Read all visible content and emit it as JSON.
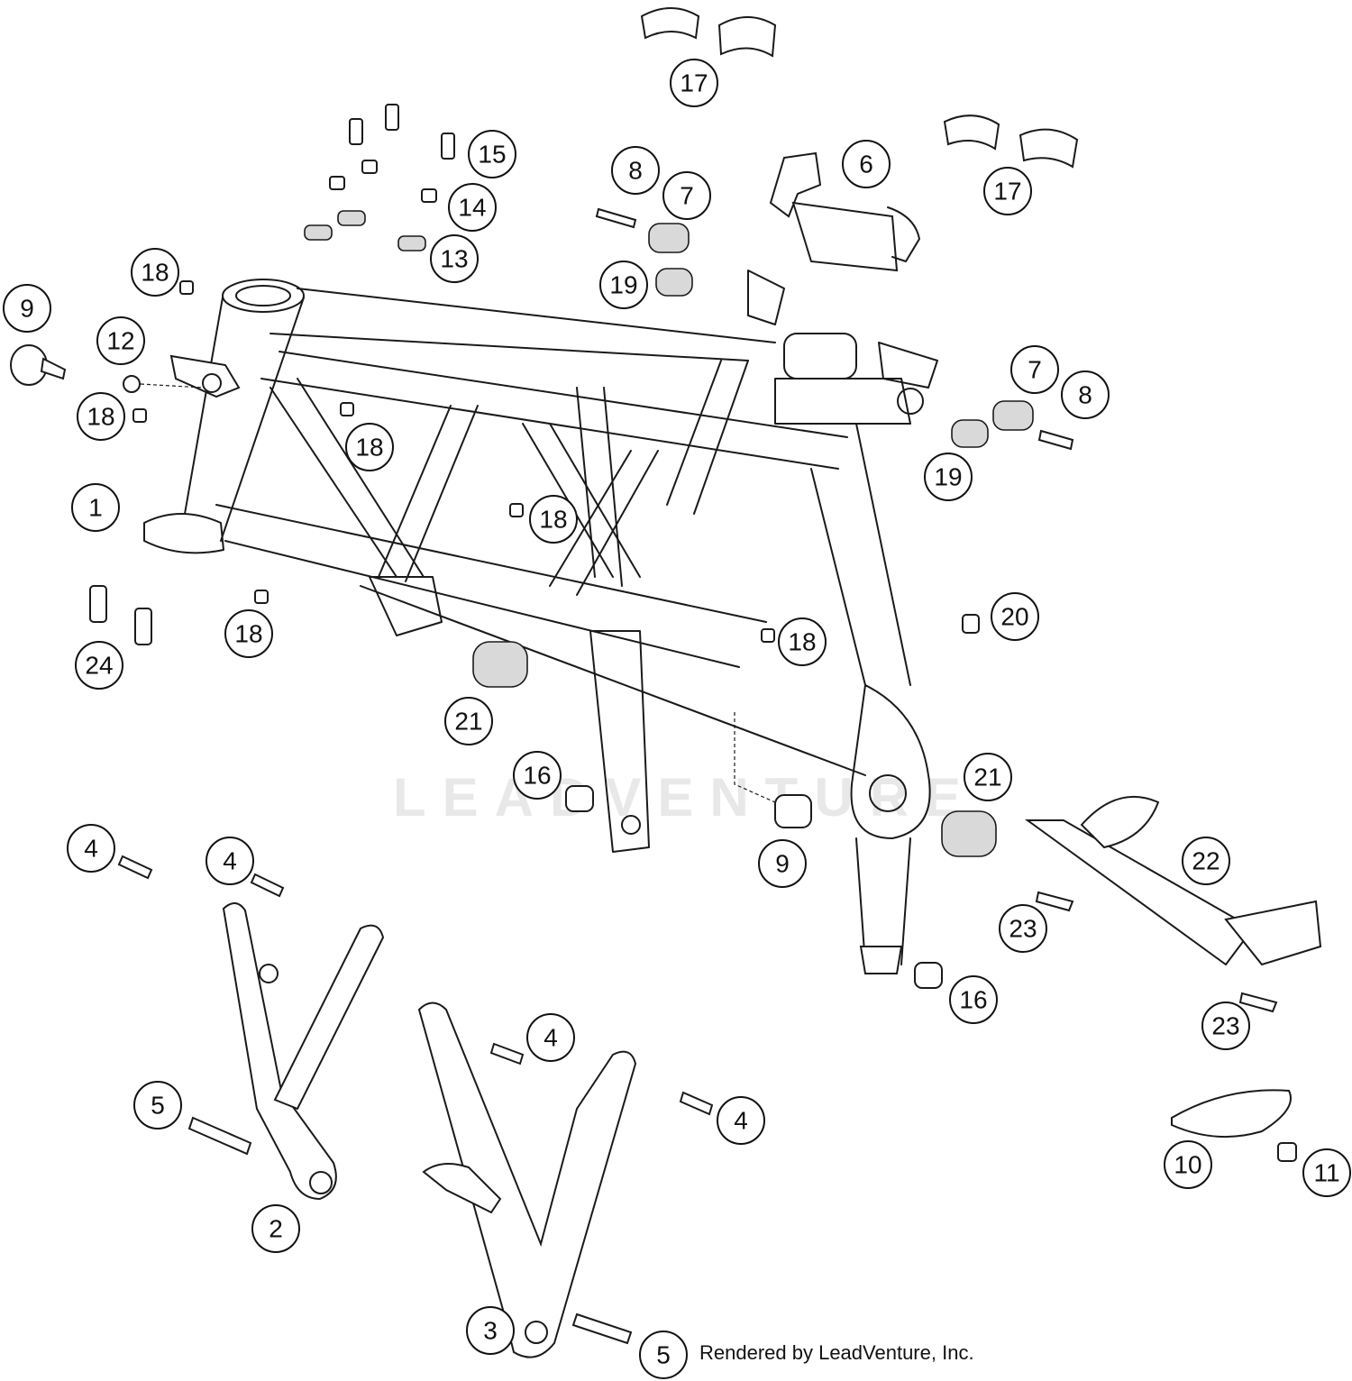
{
  "watermark": "LEADVENTURE",
  "credit": "Rendered by LeadVenture, Inc.",
  "callouts": [
    "17",
    "17",
    "15",
    "14",
    "13",
    "8",
    "7",
    "19",
    "6",
    "18",
    "9",
    "12",
    "18",
    "18",
    "1",
    "18",
    "7",
    "8",
    "19",
    "18",
    "20",
    "18",
    "24",
    "21",
    "16",
    "21",
    "9",
    "4",
    "4",
    "22",
    "23",
    "16",
    "23",
    "4",
    "5",
    "4",
    "2",
    "10",
    "11",
    "3",
    "5"
  ]
}
